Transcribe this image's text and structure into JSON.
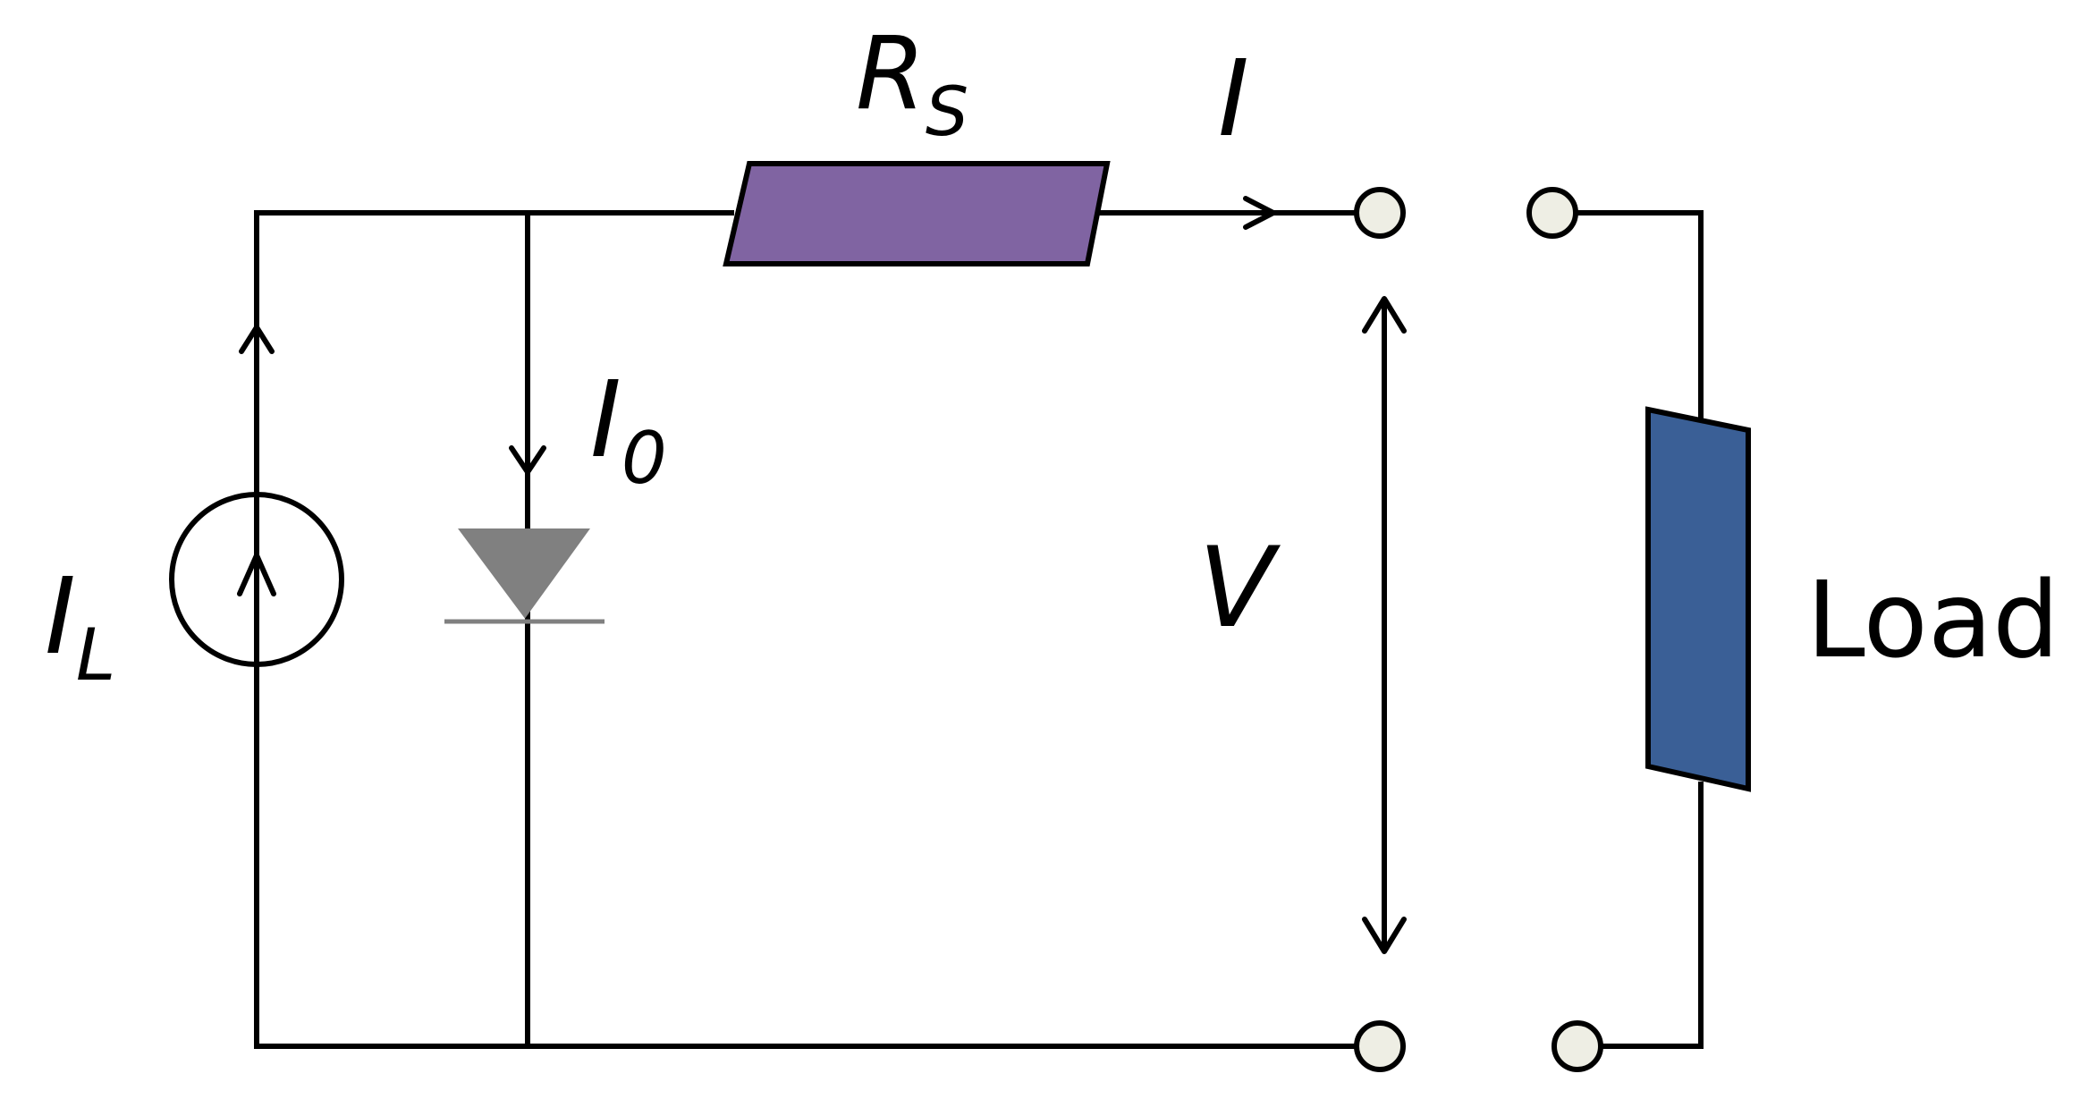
{
  "diagram": {
    "labels": {
      "series_resistor": {
        "main": "R",
        "sub": "S"
      },
      "output_current": {
        "main": "I"
      },
      "diode_current": {
        "main": "I",
        "sub": "0"
      },
      "source_current": {
        "main": "I",
        "sub": "L"
      },
      "voltage": {
        "main": "V"
      },
      "load": "Load"
    },
    "colors": {
      "wire": "#000000",
      "resistor_fill": "#8064a2",
      "load_fill": "#3a5f96",
      "diode_fill": "#808080",
      "terminal_fill": "#eeeee4",
      "background": "#ffffff"
    }
  }
}
